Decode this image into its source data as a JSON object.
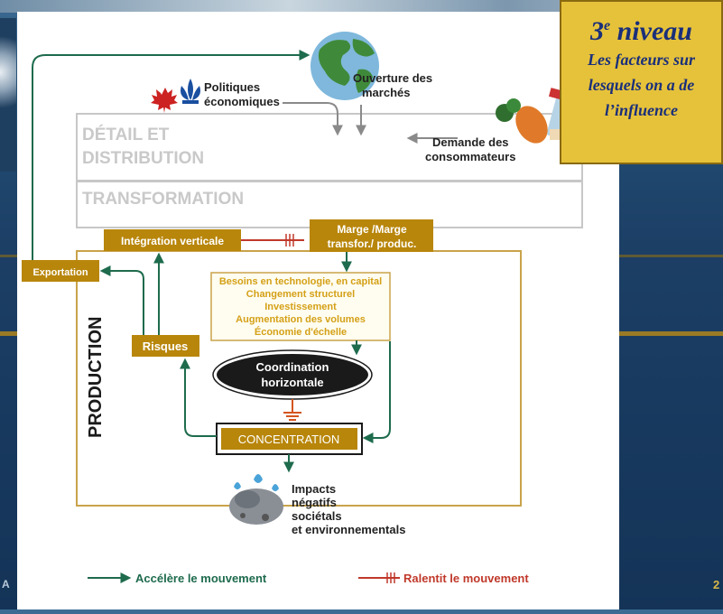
{
  "badge": {
    "level_number": "3",
    "level_sup": "e",
    "level_word": "niveau",
    "line1": "Les facteurs sur",
    "line2": "lesquels on a de",
    "line3": "l’influence"
  },
  "diagram": {
    "politiques_l1": "Politiques",
    "politiques_l2": "économiques",
    "ouverture_l1": "Ouverture des",
    "ouverture_l2": "marchés",
    "demande_l1": "Demande des",
    "demande_l2": "consommateurs",
    "detail_l1": "DÉTAIL ET",
    "detail_l2": "DISTRIBUTION",
    "transformation": "TRANSFORMATION",
    "integration": "Intégration verticale",
    "marge_l1": "Marge /Marge",
    "marge_l2": "transfor./ produc.",
    "exportation": "Exportation",
    "besoins": [
      "Besoins en technologie, en capital",
      "Changement structurel",
      "Investissement",
      "Augmentation des volumes",
      "Économie d'échelle"
    ],
    "risques": "Risques",
    "coordination_l1": "Coordination",
    "coordination_l2": "horizontale",
    "production": "PRODUCTION",
    "concentration": "CONCENTRATION",
    "impacts": [
      "Impacts",
      "négatifs",
      "sociétals",
      "et environnementals"
    ],
    "legend_accel": "Accélère le mouvement",
    "legend_ralentit": "Ralentit le mouvement"
  },
  "footer": {
    "left_letter": "A",
    "page_number": "2"
  },
  "colors": {
    "accelerate": "#1e6b4d",
    "slow": "#c0392b",
    "gold_box": "#b8860b",
    "badge_bg": "#e6c23a",
    "badge_text": "#1a2f7a"
  }
}
